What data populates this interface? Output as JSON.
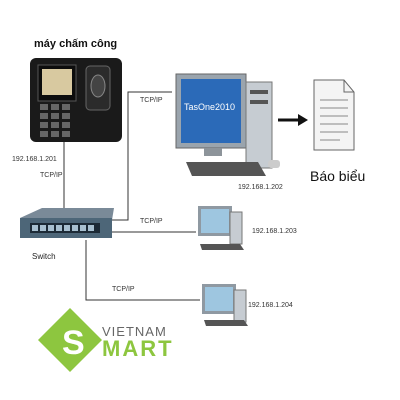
{
  "device": {
    "title": "máy chấm công",
    "ip": "192.168.1.201",
    "link": "TCP/IP"
  },
  "switch": {
    "label": "Switch"
  },
  "server": {
    "screen_text": "TasOne2010",
    "ip": "192.168.1.202",
    "link": "TCP/IP"
  },
  "report": {
    "label": "Báo biểu"
  },
  "client1": {
    "ip": "192.168.1.203",
    "link": "TCP/IP"
  },
  "client2": {
    "ip": "192.168.1.204",
    "link": "TCP/IP"
  },
  "logo": {
    "top": "VIETNAM",
    "bottom": "MART",
    "brand_color": "#8dc63f"
  }
}
